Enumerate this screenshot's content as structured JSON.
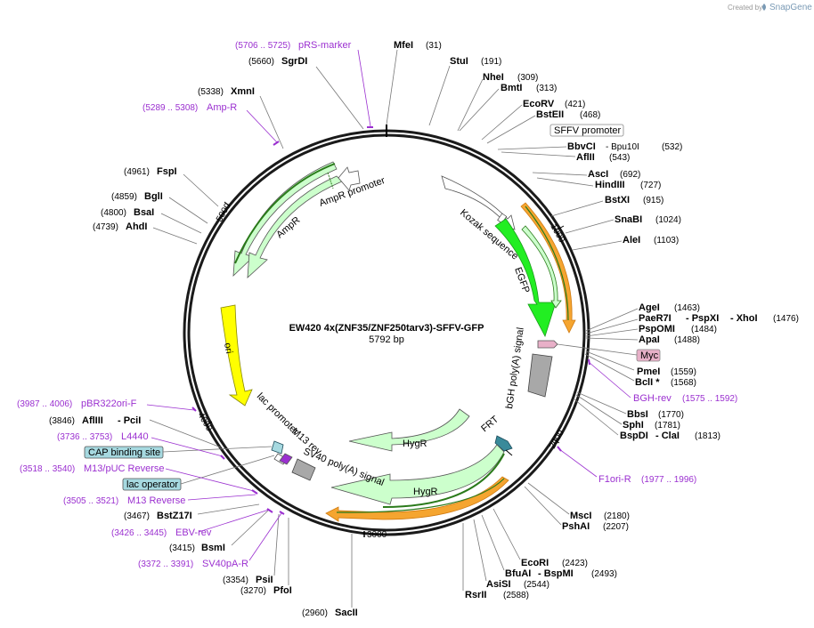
{
  "header": {
    "credit": "Created by",
    "brand": "SnapGene"
  },
  "plasmid": {
    "name": "EW420 4x(ZNF35/ZNF250tarv3)-SFFV-GFP",
    "size_label": "5792 bp"
  },
  "ticks": [
    "1000",
    "2000",
    "3000",
    "4000",
    "5000"
  ],
  "features": {
    "sffv": "SFFV promoter",
    "kozak": "Kozak sequence",
    "egfp": "EGFP",
    "myc": "Myc",
    "bgh": "bGH poly(A) signal",
    "frt": "FRT",
    "hygr1": "HygR",
    "hygr2": "HygR",
    "sv40": "SV40 poly(A) signal",
    "m13": "M13 rev",
    "lac": "lac promoter",
    "ori": "ori",
    "ampr": "AmpR",
    "amprprom": "AmpR promoter",
    "cap": "CAP binding site",
    "lacop": "lac operator"
  },
  "enzymes": [
    {
      "name": "MfeI",
      "pos": "(31)"
    },
    {
      "name": "StuI",
      "pos": "(191)"
    },
    {
      "name": "NheI",
      "pos": "(309)"
    },
    {
      "name": "BmtI",
      "pos": "(313)"
    },
    {
      "name": "EcoRV",
      "pos": "(421)"
    },
    {
      "name": "BstEII",
      "pos": "(468)"
    },
    {
      "name": "BbvCI",
      "pos": "- Bpu10I"
    },
    {
      "name": "AflII",
      "pos": "(543)"
    },
    {
      "name": "AscI",
      "pos": "(692)"
    },
    {
      "name": "HindIII",
      "pos": "(727)"
    },
    {
      "name": "BstXI",
      "pos": "(915)"
    },
    {
      "name": "SnaBI",
      "pos": "(1024)"
    },
    {
      "name": "AleI",
      "pos": "(1103)"
    },
    {
      "name": "AgeI",
      "pos": "(1463)"
    },
    {
      "name": "PaeR7I",
      "pos": "- PspXI"
    },
    {
      "name": "PspOMI",
      "pos": "(1484)"
    },
    {
      "name": "ApaI",
      "pos": "(1488)"
    },
    {
      "name": "PmeI",
      "pos": "(1559)"
    },
    {
      "name": "BclI *",
      "pos": "(1568)"
    },
    {
      "name": "BbsI",
      "pos": "(1770)"
    },
    {
      "name": "SphI",
      "pos": "(1781)"
    },
    {
      "name": "BspDI",
      "pos": "- ClaI"
    },
    {
      "name": "MscI",
      "pos": "(2180)"
    },
    {
      "name": "PshAI",
      "pos": "(2207)"
    },
    {
      "name": "EcoRI",
      "pos": "(2423)"
    },
    {
      "name": "BfuAI",
      "pos": "- BspMI"
    },
    {
      "name": "AsiSI",
      "pos": "(2544)"
    },
    {
      "name": "RsrII",
      "pos": "(2588)"
    },
    {
      "name": "SacII",
      "pos": "(2960)"
    },
    {
      "name": "PfoI",
      "pos": "(3270)"
    },
    {
      "name": "PsiI",
      "pos": "(3354)"
    },
    {
      "name": "BsmI",
      "pos": "(3415)"
    },
    {
      "name": "BstZ17I",
      "pos": "(3467)"
    },
    {
      "name": "AflIII",
      "pos": "- PciI"
    },
    {
      "name": "AhdI",
      "pos": "(4739)"
    },
    {
      "name": "BsaI",
      "pos": "(4800)"
    },
    {
      "name": "BglI",
      "pos": "(4859)"
    },
    {
      "name": "FspI",
      "pos": "(4961)"
    },
    {
      "name": "XmnI",
      "pos": "(5338)"
    },
    {
      "name": "SgrDI",
      "pos": "(5660)"
    }
  ],
  "enzyme_extra": {
    "bbvci_pos": "(532)",
    "xhoi": "- XhoI",
    "xhoi_pos": "(1476)",
    "clai_pos": "(1813)",
    "bspmi_pos": "(2493)",
    "pcii_pos": "(3846)"
  },
  "primers": [
    {
      "name": "pRS-marker",
      "range": "(5706 .. 5725)"
    },
    {
      "name": "Amp-R",
      "range": "(5289 .. 5308)"
    },
    {
      "name": "BGH-rev",
      "range": "(1575 .. 1592)"
    },
    {
      "name": "F1ori-R",
      "range": "(1977 .. 1996)"
    },
    {
      "name": "pBR322ori-F",
      "range": "(3987 .. 4006)"
    },
    {
      "name": "L4440",
      "range": "(3736 .. 3753)"
    },
    {
      "name": "M13/pUC Reverse",
      "range": "(3518 .. 3540)"
    },
    {
      "name": "M13 Reverse",
      "range": "(3505 .. 3521)"
    },
    {
      "name": "EBV-rev",
      "range": "(3426 .. 3445)"
    },
    {
      "name": "SV40pA-R",
      "range": "(3372 .. 3391)"
    }
  ],
  "colors": {
    "egfp": "#22ee22",
    "orange": "#f5a530",
    "pale_green": "#ccffcc",
    "dark_green": "#2a7a1a",
    "ori": "#ffff00",
    "bgh": "#a8a8a8",
    "myc": "#e8b0c8",
    "frt": "#3a8a9a",
    "primer": "#9b30d0",
    "teal_box": "#a6d9e0"
  }
}
